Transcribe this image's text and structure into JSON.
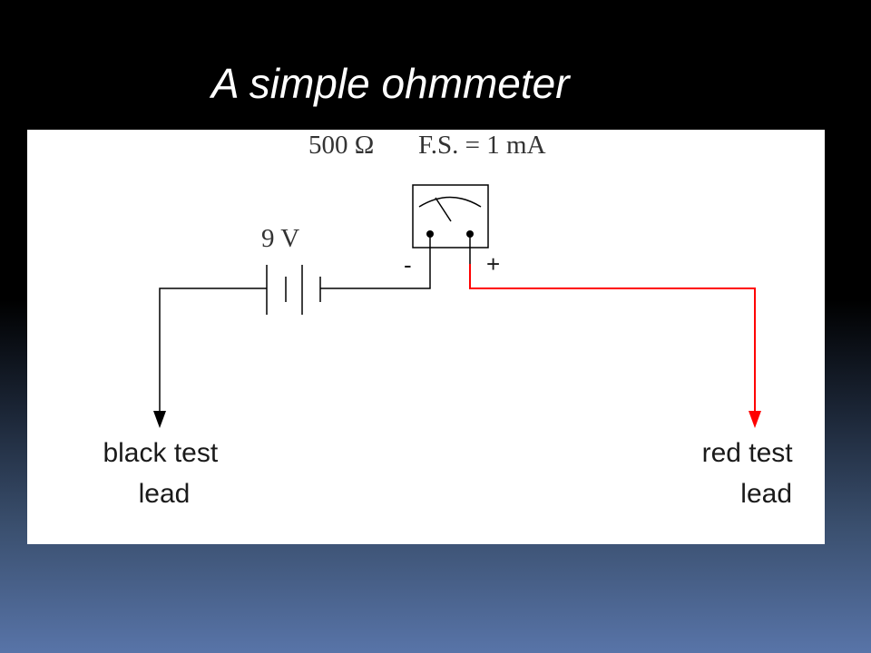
{
  "slide": {
    "title": "A simple ohmmeter"
  },
  "diagram": {
    "meter_rating": "500 Ω",
    "meter_full_scale": "F.S. = 1 mA",
    "battery_voltage": "9 V",
    "meter_negative_terminal": "-",
    "meter_positive_terminal": "+",
    "black_lead": [
      "black test",
      "lead"
    ],
    "red_lead": [
      "red test",
      "lead"
    ],
    "colors": {
      "black_wire": "#000000",
      "red_wire": "#ff0000",
      "slide_background": "#000000",
      "gradient_bottom": "#5874a8"
    },
    "icons": [
      "meter-icon",
      "battery-icon",
      "arrow-down-icon"
    ]
  }
}
